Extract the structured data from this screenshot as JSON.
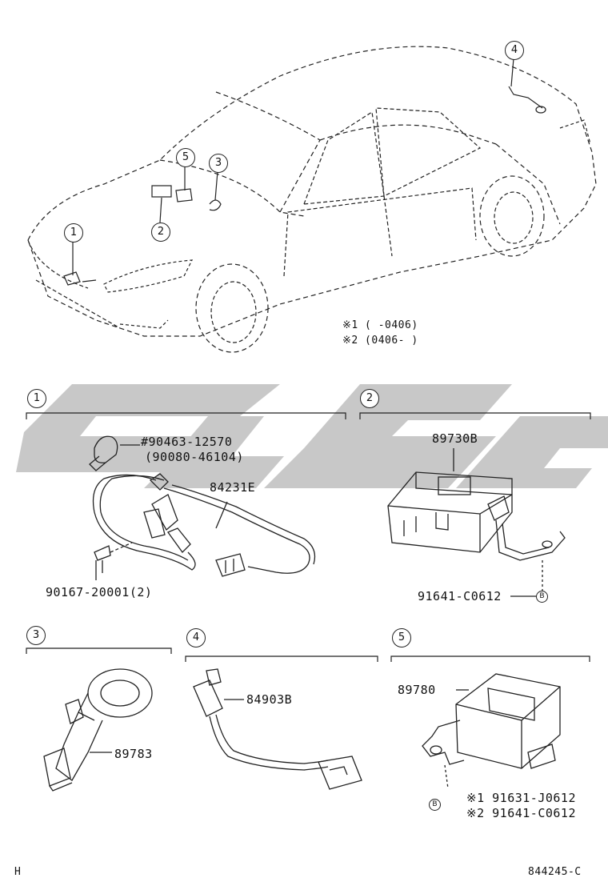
{
  "colors": {
    "line": "#222222",
    "watermark": "#c8c8c8"
  },
  "callouts": {
    "c1": "1",
    "c2": "2",
    "c3": "3",
    "c4": "4",
    "c5": "5",
    "s1": "1",
    "s2": "2",
    "s3": "3",
    "s4": "4",
    "s5": "5"
  },
  "notes": {
    "note1": "※1 (      -0406)",
    "note2": "※2 (0406-      )"
  },
  "section1": {
    "part_bolt_main": "#90463-12570",
    "part_bolt_alt": "(90080-46104)",
    "part_harness": "84231E",
    "part_screw": "90167-20001(2)"
  },
  "section2": {
    "part_module": "89730B",
    "part_bolt": "91641-C0612",
    "marker": "B"
  },
  "section3": {
    "part_coil": "89783"
  },
  "section4": {
    "part_harness": "84903B"
  },
  "section5": {
    "part_module": "89780",
    "marker": "B",
    "bolt1": "※1 91631-J0612",
    "bolt2": "※2 91641-C0612"
  },
  "footer": {
    "left": "H",
    "right": "844245-C"
  }
}
